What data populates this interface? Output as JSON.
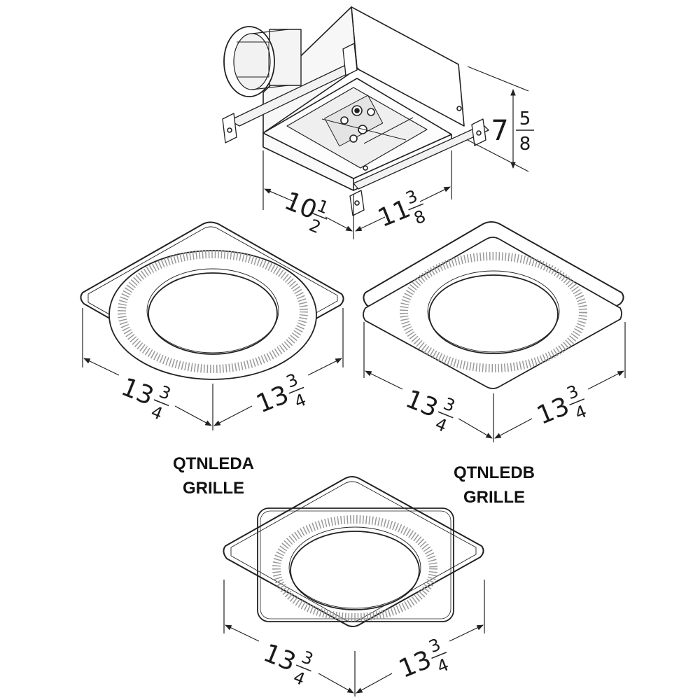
{
  "housing": {
    "height": {
      "whole": "7",
      "num": "5",
      "den": "8"
    },
    "width": {
      "whole": "10",
      "num": "1",
      "den": "2"
    },
    "depth": {
      "whole": "11",
      "num": "3",
      "den": "8"
    }
  },
  "grilles": [
    {
      "label_line1": "QTNLEDA",
      "label_line2": "GRILLE",
      "dim_left": {
        "whole": "13",
        "num": "3",
        "den": "4"
      },
      "dim_right": {
        "whole": "13",
        "num": "3",
        "den": "4"
      }
    },
    {
      "label_line1": "QTNLEDB",
      "label_line2": "GRILLE",
      "dim_left": {
        "whole": "13",
        "num": "3",
        "den": "4"
      },
      "dim_right": {
        "whole": "13",
        "num": "3",
        "den": "4"
      }
    },
    {
      "dim_left": {
        "whole": "13",
        "num": "3",
        "den": "4"
      },
      "dim_right": {
        "whole": "13",
        "num": "3",
        "den": "4"
      }
    }
  ]
}
